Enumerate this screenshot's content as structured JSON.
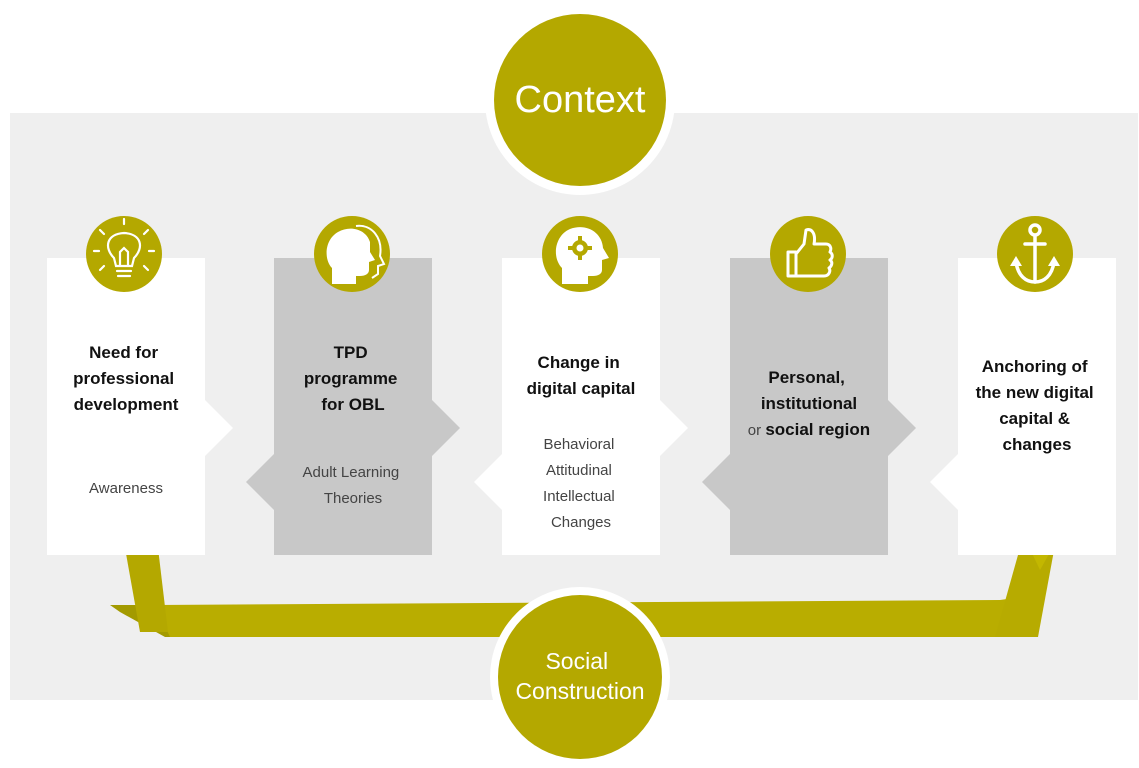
{
  "diagram": {
    "context_label": "Context",
    "social_construction_label": [
      "Social",
      "Construction"
    ],
    "colors": {
      "accent": "#b4a800",
      "accent_dark": "#a19900",
      "band": "#efefef",
      "card_white": "#ffffff",
      "card_grey": "#c8c8c8"
    },
    "stages": [
      {
        "icon": "lightbulb-icon",
        "title": [
          "Need for",
          "professional",
          "development"
        ],
        "subtitle": [
          "Awareness"
        ]
      },
      {
        "icon": "head-profile-icon",
        "title": [
          "TPD",
          "programme",
          "for OBL"
        ],
        "subtitle": [
          "Adult Learning",
          "Theories"
        ]
      },
      {
        "icon": "head-gear-icon",
        "title": [
          "Change in",
          "digital capital"
        ],
        "subtitle": [
          "Behavioral",
          "Attitudinal",
          "Intellectual",
          "Changes"
        ]
      },
      {
        "icon": "thumbs-up-icon",
        "title": [
          "Personal,",
          "institutional"
        ],
        "title_line3_prefix": "or ",
        "title_line3_bold": "social region",
        "subtitle": []
      },
      {
        "icon": "anchor-icon",
        "title": [
          "Anchoring of",
          "the new digital",
          "capital &",
          "changes"
        ],
        "subtitle": []
      }
    ]
  }
}
